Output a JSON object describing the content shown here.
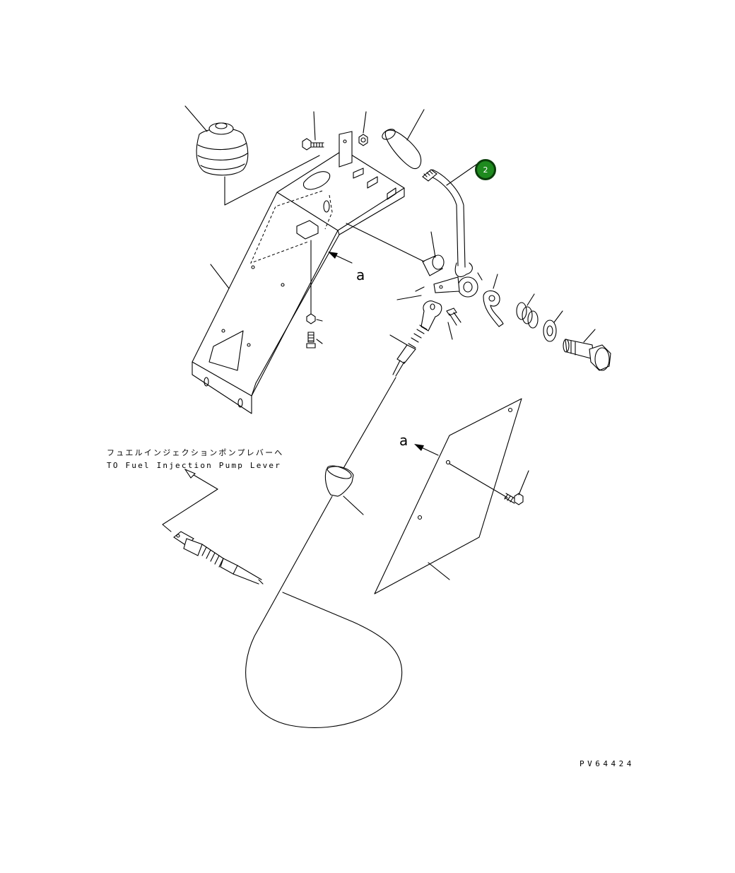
{
  "callouts": [
    {
      "id": "part-2",
      "label": "2",
      "color": "#1f8a1f"
    }
  ],
  "view_markers": [
    "a",
    "a"
  ],
  "note": {
    "jp": "フュエルインジェクションポンプレバーへ",
    "en": "TO Fuel Injection Pump Lever"
  },
  "drawing_code": "PV64424"
}
